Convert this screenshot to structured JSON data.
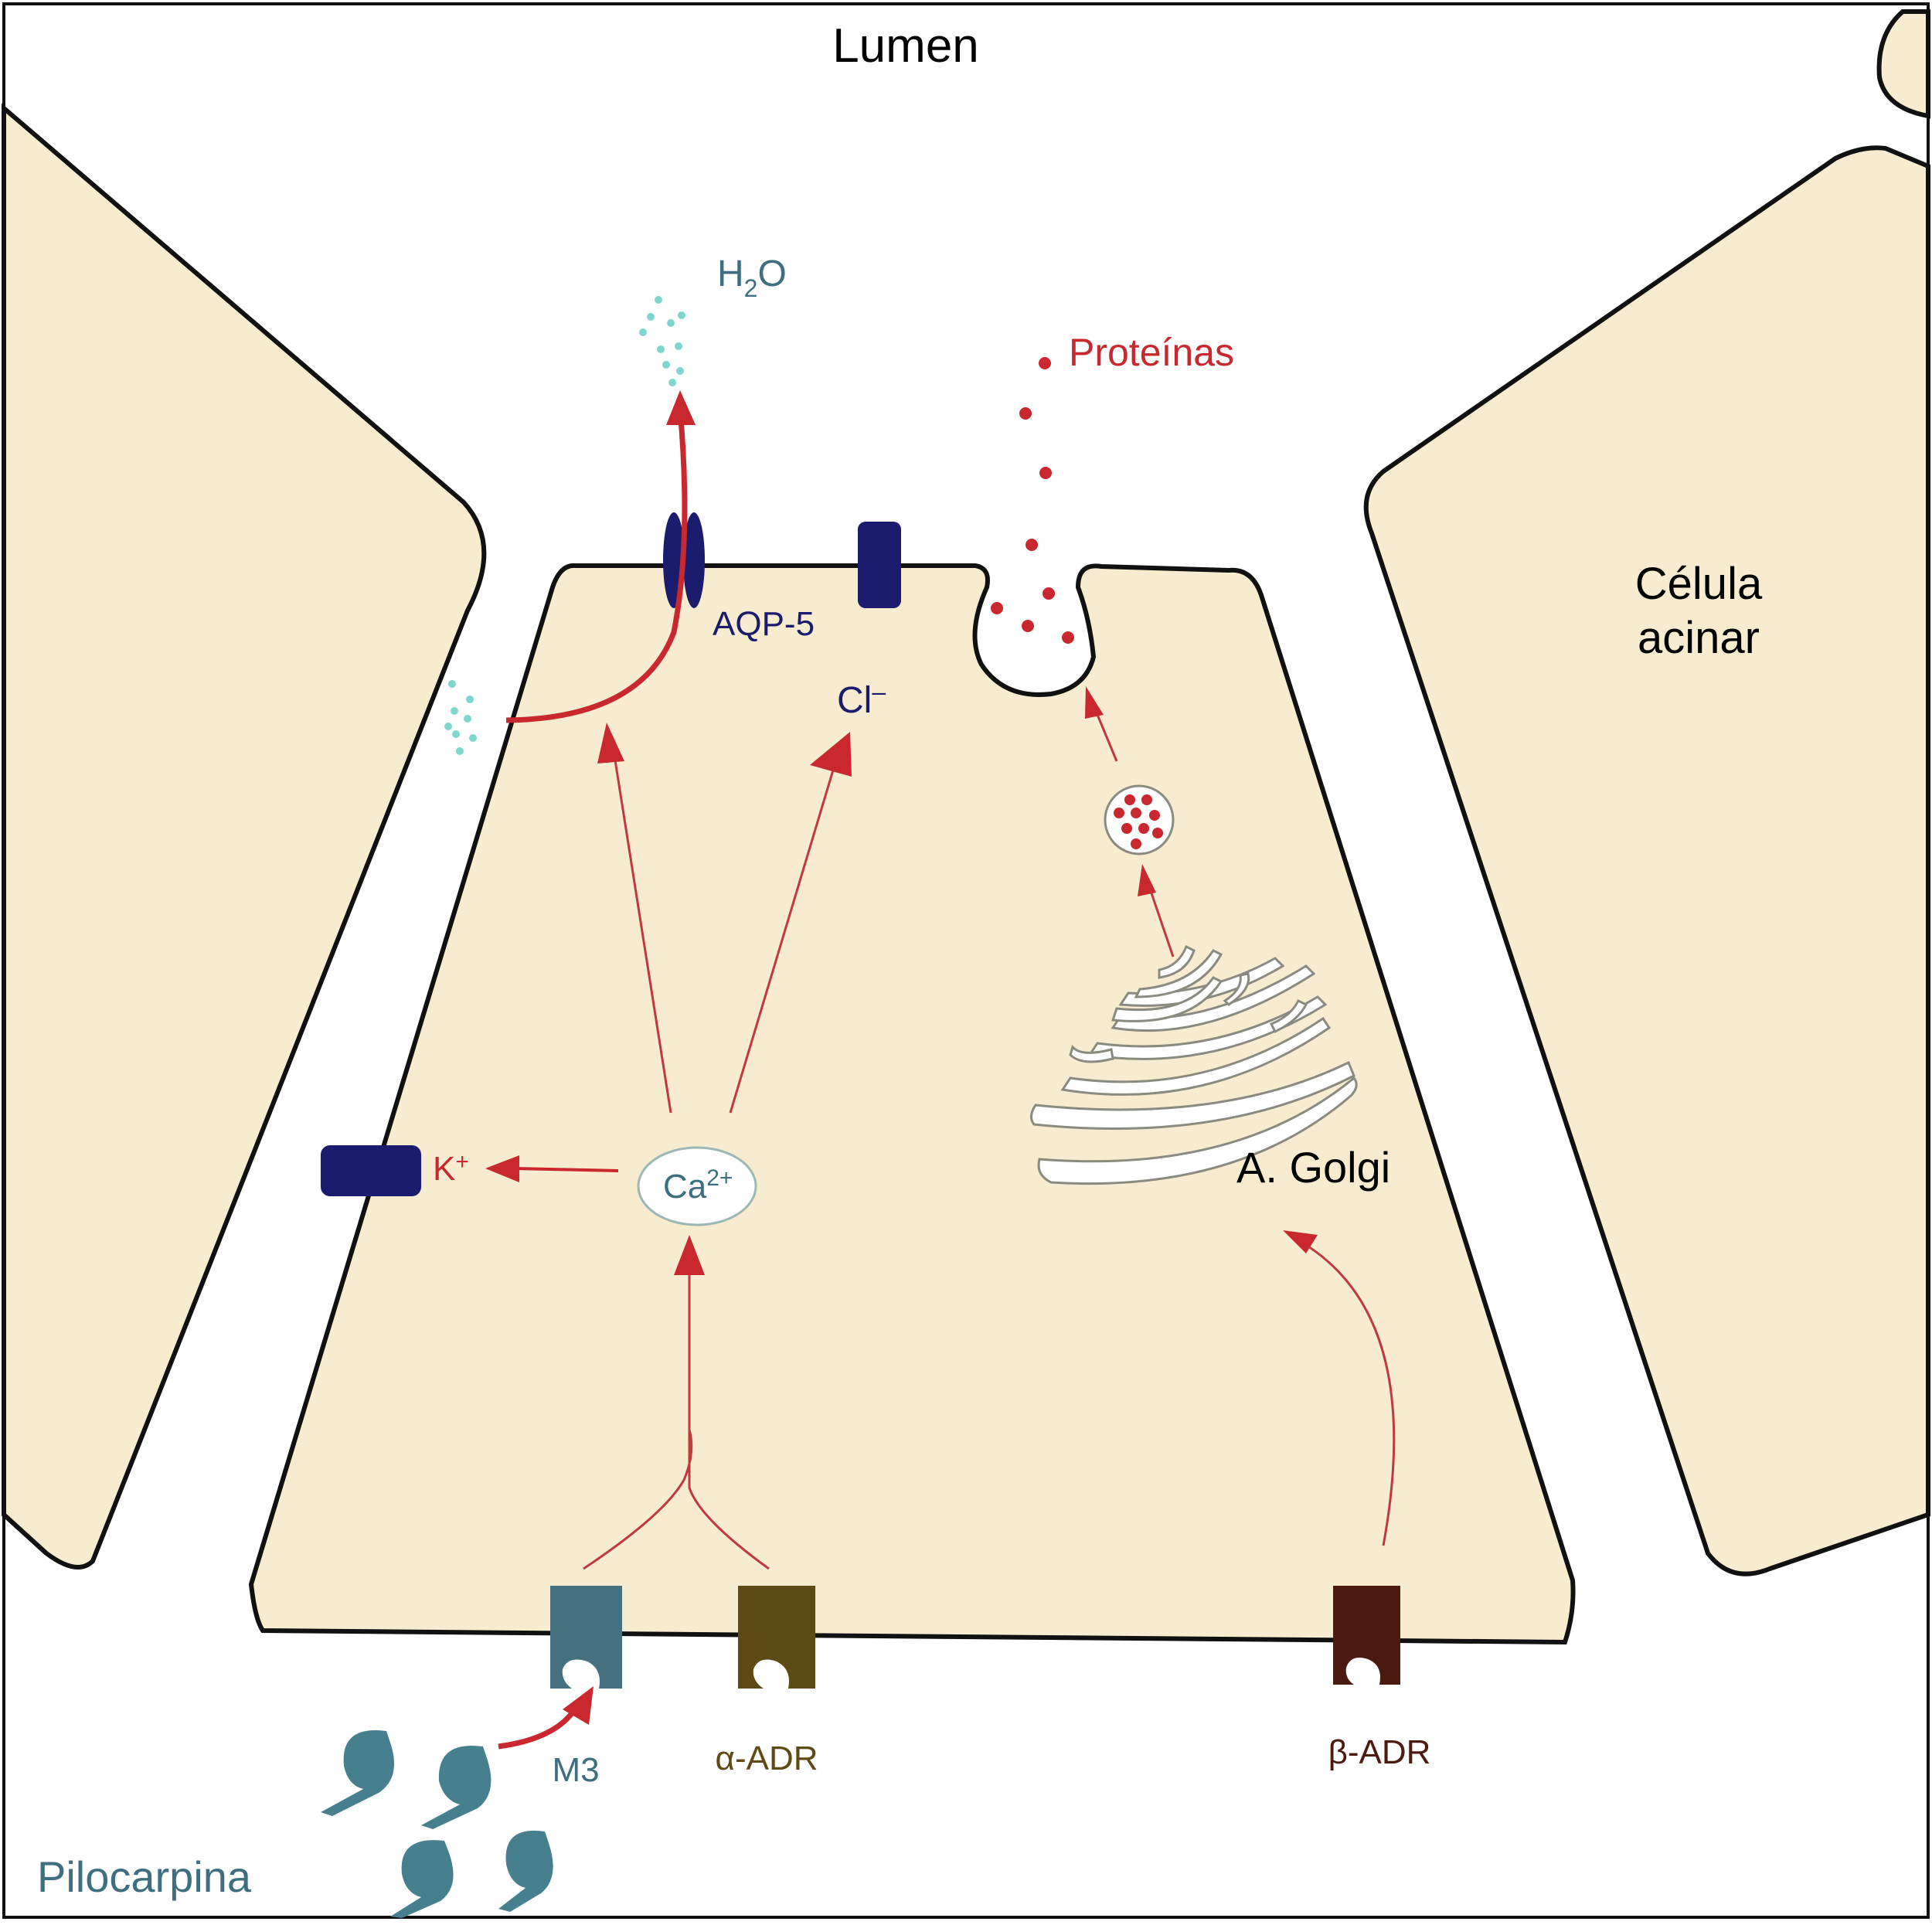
{
  "labels": {
    "lumen": "Lumen",
    "h2o_h": "H",
    "h2o_sub": "2",
    "h2o_o": "O",
    "proteins": "Proteínas",
    "aqp5": "AQP-5",
    "chloride": "Cl",
    "chloride_sup": "–",
    "acinar_cell_line1": "Célula",
    "acinar_cell_line2": "acinar",
    "potassium": "K",
    "potassium_sup": "+",
    "calcium": "Ca",
    "calcium_sup": "2+",
    "golgi": "A. Golgi",
    "m3": "M3",
    "alpha_adr": "α-ADR",
    "beta_adr": "β-ADR",
    "pilocarpine": "Pilocarpina"
  },
  "colors": {
    "cell_fill": "#f7eccf",
    "outline": "#111111",
    "arrow_red": "#c8282e",
    "thin_arrow": "#c0393e",
    "teal_text": "#3d6f80",
    "navy": "#1c1c6e",
    "h2o_dots": "#7fd6cf",
    "m3_receptor": "#45707f",
    "alpha_receptor": "#5e4a14",
    "beta_receptor": "#4c1a0e",
    "pilocarpine_molecule": "#46808e",
    "text_black": "#000000"
  }
}
